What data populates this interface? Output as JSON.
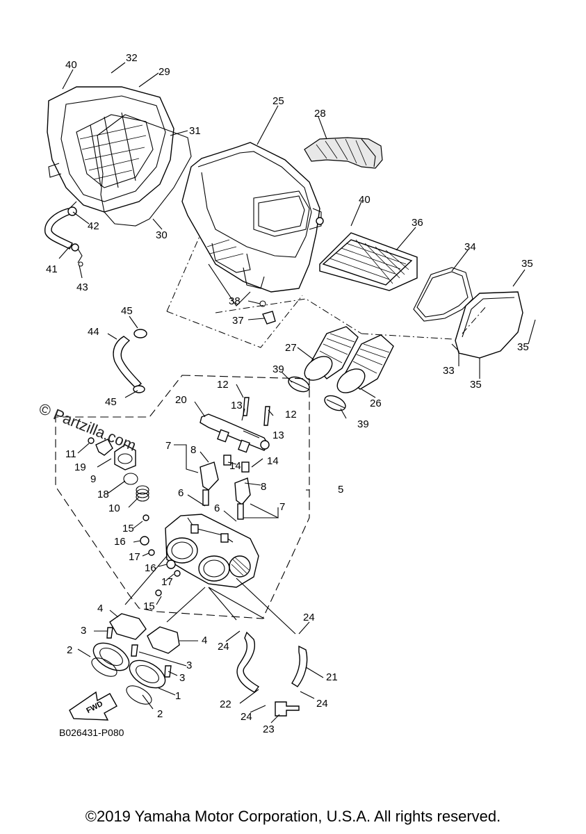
{
  "watermark": "© Partzilla.com",
  "diagram_code": "B026431-P080",
  "copyright": "©2019 Yamaha Motor Corporation, U.S.A. All rights reserved.",
  "fwd_label": "FWD",
  "callouts": [
    "40",
    "32",
    "29",
    "25",
    "28",
    "31",
    "42",
    "30",
    "41",
    "43",
    "40",
    "36",
    "34",
    "35",
    "38",
    "37",
    "45",
    "44",
    "27",
    "26",
    "35",
    "33",
    "35",
    "39",
    "12",
    "13",
    "12",
    "13",
    "20",
    "39",
    "45",
    "7",
    "8",
    "11",
    "14",
    "14",
    "19",
    "9",
    "8",
    "18",
    "10",
    "6",
    "5",
    "7",
    "6",
    "15",
    "16",
    "17",
    "16",
    "17",
    "15",
    "4",
    "3",
    "4",
    "2",
    "3",
    "3",
    "24",
    "24",
    "21",
    "2",
    "1",
    "22",
    "24",
    "24",
    "23"
  ]
}
